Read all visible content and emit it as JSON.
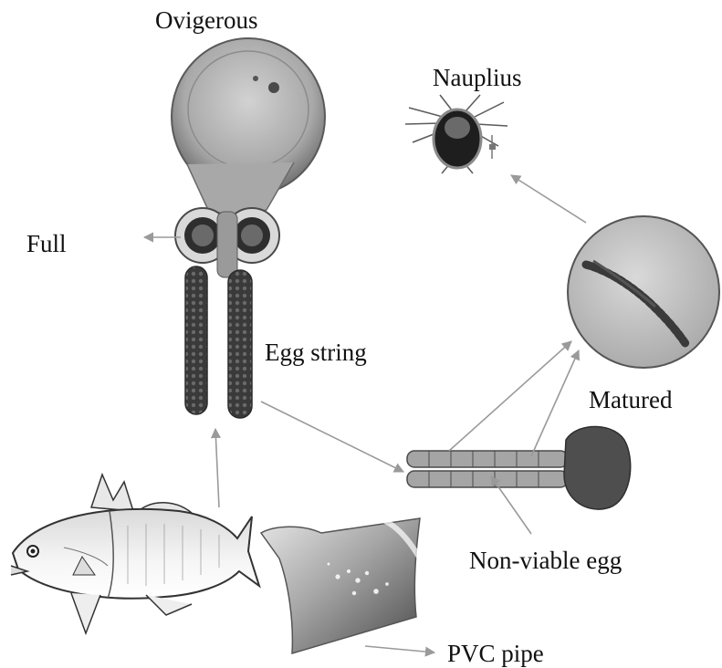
{
  "diagram": {
    "labels": {
      "ovigerous": "Ovigerous",
      "nauplius": "Nauplius",
      "full": "Full",
      "egg_string": "Egg string",
      "matured": "Matured",
      "non_viable_egg": "Non-viable egg",
      "pvc_pipe": "PVC pipe"
    },
    "stages": [
      {
        "id": "host-fish",
        "depicts": "barramundi fish illustration"
      },
      {
        "id": "pvc-pipe",
        "depicts": "PVC pipe section with attached eggs"
      },
      {
        "id": "ovigerous-female",
        "depicts": "ovigerous female with two egg strings"
      },
      {
        "id": "egg-strings",
        "depicts": "detached egg strings"
      },
      {
        "id": "matured-egg-string",
        "depicts": "magnified matured egg string (circular inset)"
      },
      {
        "id": "nauplius",
        "depicts": "nauplius larva with scale bar"
      }
    ],
    "arrow_color": "#9a9a9a"
  }
}
